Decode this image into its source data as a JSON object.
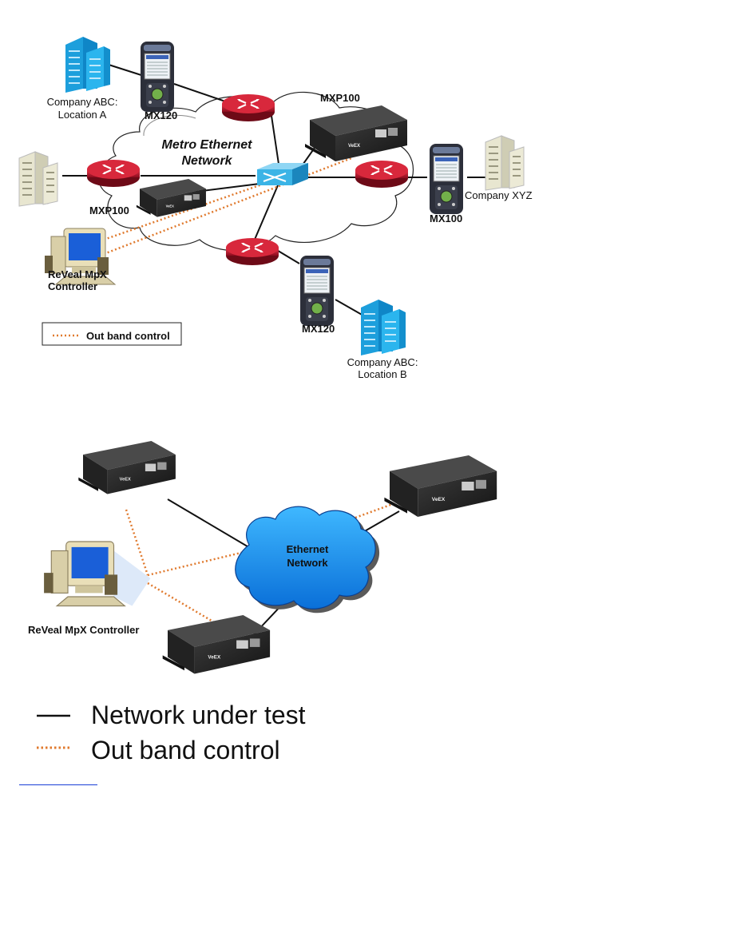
{
  "diagram1": {
    "cloud_label_line1": "Metro Ethernet",
    "cloud_label_line2": "Network",
    "labels": {
      "company_abc_a_1": "Company ABC:",
      "company_abc_a_2": "Location A",
      "mx120_top": "MX120",
      "mxp100_top": "MXP100",
      "mxp100_left": "MXP100",
      "company_xyz": "Company XYZ",
      "mx100": "MX100",
      "controller_1": "ReVeal MpX",
      "controller_2": "Controller",
      "mx120_bottom": "MX120",
      "company_abc_b_1": "Company ABC:",
      "company_abc_b_2": "Location B"
    },
    "legend": "Out band control"
  },
  "diagram2": {
    "cloud_label_line1": "Ethernet",
    "cloud_label_line2": "Network",
    "controller_label": "ReVeal MpX Controller",
    "legend_network": "Network under test",
    "legend_outband": "Out band control"
  },
  "colors": {
    "outband": "#e07a2e",
    "router": "#c8102e",
    "building_blue": "#1fa9e6",
    "building_beige": "#e8e6d2",
    "switch": "#3bb4e6"
  }
}
